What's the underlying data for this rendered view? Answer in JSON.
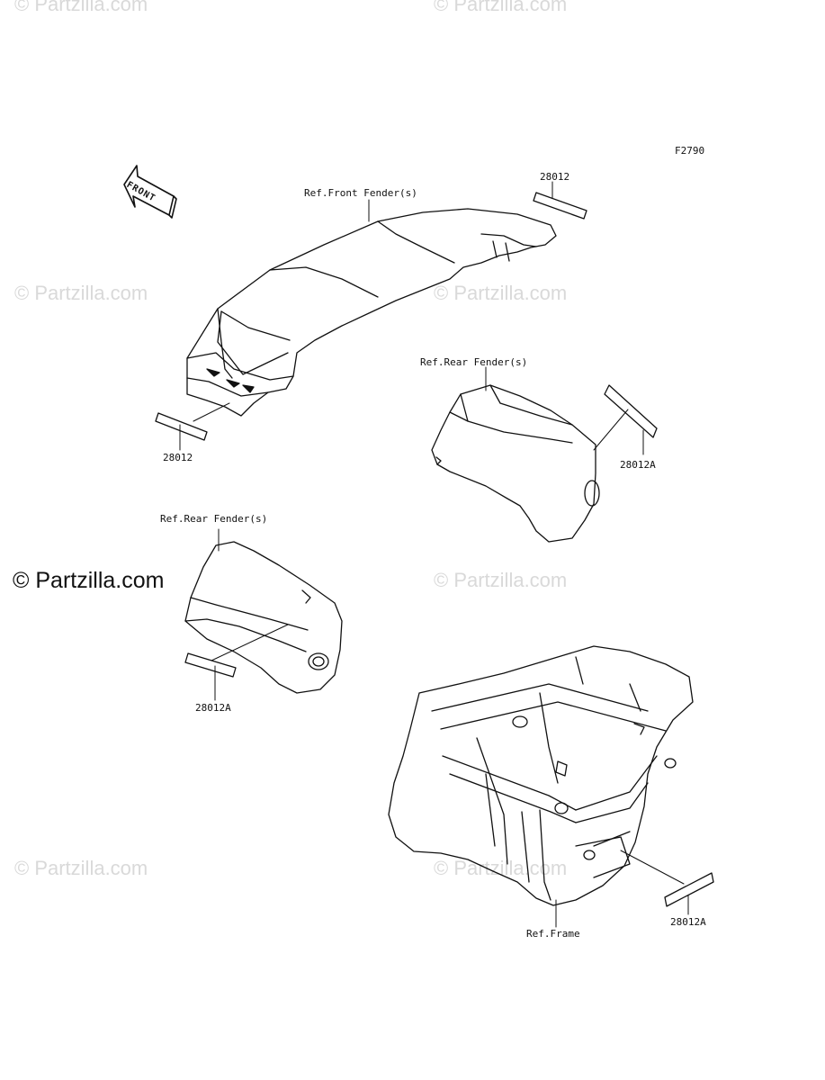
{
  "diagram": {
    "code": "F2790",
    "front_arrow_text": "FRONT",
    "colors": {
      "line": "#111111",
      "watermark": "#d9d9d9",
      "background": "#ffffff"
    },
    "watermarks": {
      "faint": "© Partzilla.com",
      "main": "© Partzilla.com"
    },
    "callouts": {
      "front_fender_ref": "Ref.Front Fender(s)",
      "rear_fender_ref_right": "Ref.Rear Fender(s)",
      "rear_fender_ref_left": "Ref.Rear Fender(s)",
      "frame_ref": "Ref.Frame",
      "part_top": "28012",
      "part_front_left": "28012",
      "part_rear_right": "28012A",
      "part_rear_left": "28012A",
      "part_frame": "28012A"
    }
  }
}
